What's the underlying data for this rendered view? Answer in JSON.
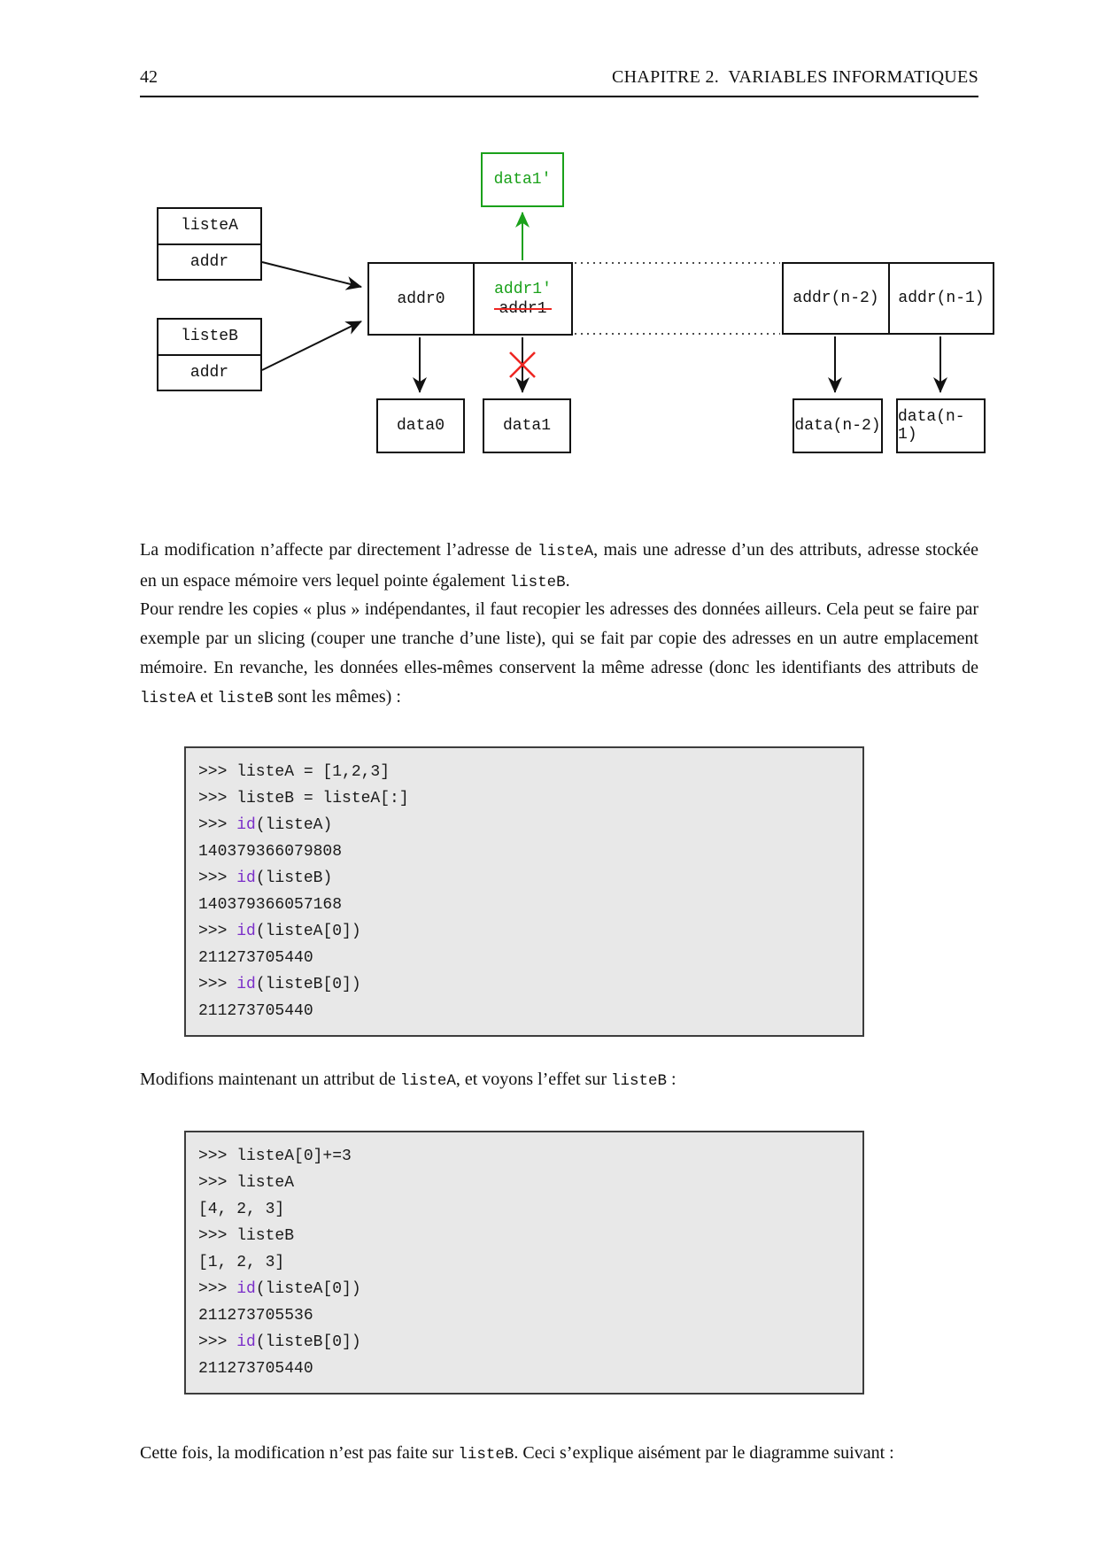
{
  "header": {
    "page_number": "42",
    "chapter_title": "CHAPITRE 2.  VARIABLES INFORMATIQUES"
  },
  "colors": {
    "green": "#1aa11a",
    "red": "#ee2622",
    "purple": "#7b2fc9",
    "codebg": "#e8e8e8"
  },
  "diagram": {
    "data1_prime": "data1'",
    "listeA_title": "listeA",
    "listeA_addr": "addr",
    "listeB_title": "listeB",
    "listeB_addr": "addr",
    "addr0": "addr0",
    "addr1_prime": "addr1'",
    "addr1_struck": "addr1",
    "addr_n2": "addr(n-2)",
    "addr_n1": "addr(n-1)",
    "data0": "data0",
    "data1": "data1",
    "data_n2": "data(n-2)",
    "data_n1": "data(n-1)"
  },
  "para1": {
    "s0": "La modification n’affecte par directement l’adresse de ",
    "c0": "listeA",
    "s1": ", mais une adresse d’un des attributs, adresse stockée en un espace mémoire vers lequel pointe également ",
    "c1": "listeB",
    "s2": "."
  },
  "para2": {
    "s0": "Pour rendre les copies « plus » indépendantes, il faut recopier les adresses des données ailleurs. Cela peut se faire par exemple par un slicing (couper une tranche d’une liste), qui se fait par copie des adresses en un autre emplacement mémoire. En revanche, les données elles-mêmes conservent la même adresse (donc les identifiants des attributs de ",
    "c0": "listeA",
    "s1": " et ",
    "c1": "listeB",
    "s2": " sont les mêmes) :"
  },
  "para3": {
    "s0": "Modifions maintenant un attribut de ",
    "c0": "listeA",
    "s1": ", et voyons l’effet sur ",
    "c1": "listeB",
    "s2": " :"
  },
  "para4": {
    "s0": "Cette fois, la modification n’est pas faite sur ",
    "c0": "listeB",
    "s1": ". Ceci s’explique aisément par le diagramme suivant :"
  },
  "code1": {
    "l1": {
      "a": ">>> listeA = [1,2,3]"
    },
    "l2": {
      "a": ">>> listeB = listeA[:]"
    },
    "l3": {
      "a": ">>> ",
      "k": "id",
      "b": "(listeA)"
    },
    "l4": {
      "a": "140379366079808"
    },
    "l5": {
      "a": ">>> ",
      "k": "id",
      "b": "(listeB)"
    },
    "l6": {
      "a": "140379366057168"
    },
    "l7": {
      "a": ">>> ",
      "k": "id",
      "b": "(listeA[0])"
    },
    "l8": {
      "a": "211273705440"
    },
    "l9": {
      "a": ">>> ",
      "k": "id",
      "b": "(listeB[0])"
    },
    "l10": {
      "a": "211273705440"
    }
  },
  "code2": {
    "l1": {
      "a": ">>> listeA[0]+=3"
    },
    "l2": {
      "a": ">>> listeA"
    },
    "l3": {
      "a": "[4, 2, 3]"
    },
    "l4": {
      "a": ">>> listeB"
    },
    "l5": {
      "a": "[1, 2, 3]"
    },
    "l6": {
      "a": ">>> ",
      "k": "id",
      "b": "(listeA[0])"
    },
    "l7": {
      "a": "211273705536"
    },
    "l8": {
      "a": ">>> ",
      "k": "id",
      "b": "(listeB[0])"
    },
    "l9": {
      "a": "211273705440"
    }
  }
}
